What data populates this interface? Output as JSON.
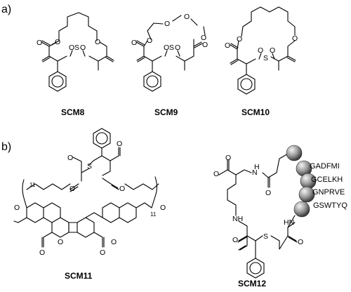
{
  "panels": {
    "a": "a)",
    "b": "b)"
  },
  "compounds": {
    "scm8": "SCM8",
    "scm9": "SCM9",
    "scm10": "SCM10",
    "scm11": "SCM11",
    "scm12": "SCM12"
  },
  "atoms": {
    "O": "O",
    "S": "S",
    "N": "N",
    "H": "H",
    "NH": "NH",
    "HN": "HN",
    "H_N": "H N"
  },
  "subscripts": {
    "n11": "11"
  },
  "peptides": [
    "GADFMI",
    "GCELKH",
    "GNPRVE",
    "GSWTYQ"
  ],
  "colors": {
    "bead_light": "#f4f4f4",
    "bead_dark": "#3a3a3a"
  }
}
